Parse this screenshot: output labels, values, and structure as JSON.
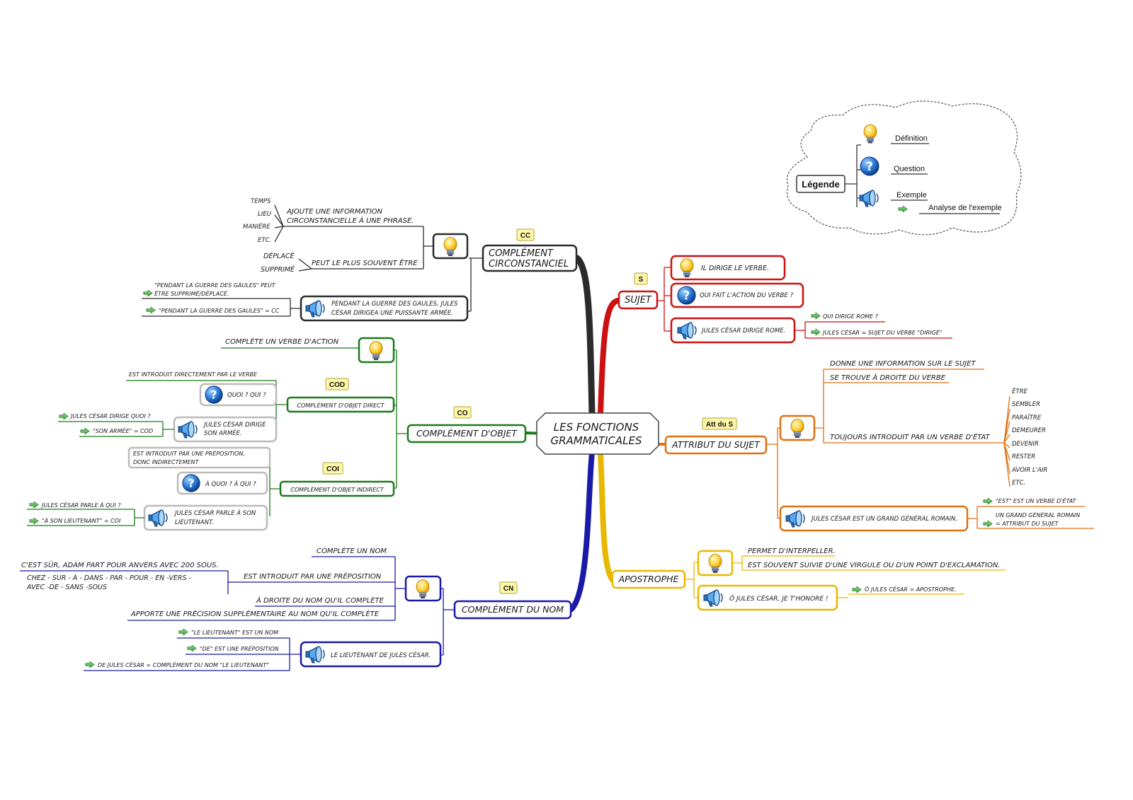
{
  "central": {
    "line1": "LES FONCTIONS",
    "line2": "GRAMMATICALES"
  },
  "legend": {
    "title": "Légende",
    "definition": "Définition",
    "question": "Question",
    "exemple": "Exemple",
    "analyse": "Analyse de l'exemple"
  },
  "cc": {
    "tag": "CC",
    "line1": "COMPLÉMENT",
    "line2": "CIRCONSTANCIEL",
    "def1": "AJOUTE UNE INFORMATION",
    "def2": "CIRCONSTANCIELLE À UNE PHRASE.",
    "types": [
      "TEMPS",
      "LIEU",
      "MANIÈRE",
      "ETC."
    ],
    "peut": "PEUT LE PLUS SOUVENT ÊTRE",
    "deplace": "DÉPLACÉ",
    "supprime": "SUPPRIMÉ",
    "ex1": "PENDANT LA GUERRE DES GAULES, JULES",
    "ex2": "CÉSAR DIRIGEA UNE PUISSANTE ARMÉE.",
    "an1a": "\"PENDANT LA GUERRE DES GAULES\" PEUT",
    "an1b": "ÊTRE SUPPRIMÉ/DÉPLACÉ.",
    "an2": "\"PENDANT LA GUERRE DES GAULES\" = CC"
  },
  "sujet": {
    "tag": "S",
    "title": "SUJET",
    "def": "IL DIRIGE LE VERBE.",
    "question": "QUI FAIT L'ACTION DU VERBE ?",
    "ex": "JULES CÉSAR DIRIGE ROME.",
    "an1": "QUI DIRIGE ROME ?",
    "an2": "JULES CÉSAR = SUJET DU VERBE \"DIRIGE\""
  },
  "co": {
    "tag": "CO",
    "title": "COMPLÉMENT D'OBJET",
    "def": "COMPLÈTE UN VERBE D'ACTION",
    "cod_tag": "COD",
    "cod": "COMPLÉMENT D'OBJET DIRECT",
    "cod_def": "EST INTRODUIT DIRECTEMENT  PAR LE VERBE",
    "cod_q": "QUOI ? QUI ?",
    "cod_ex1": "JULES CÉSAR DIRIGE",
    "cod_ex2": "SON ARMÉE.",
    "cod_an1": "JULES CÉSAR DIRIGE QUOI ?",
    "cod_an2": "\"SON ARMÉE\" = COD",
    "coi_tag": "COI",
    "coi": "COMPLÉMENT D'OBJET INDIRECT",
    "coi_def1": "EST INTRODUIT PAR UNE PRÉPOSITION,",
    "coi_def2": "DONC INDIRECTEMENT",
    "coi_q": "À QUOI ? À QUI ?",
    "coi_ex1": "JULES CÉSAR PARLE À SON",
    "coi_ex2": "LIEUTENANT.",
    "coi_an1": "JULES CÉSAR PARLE À QUI ?",
    "coi_an2": "\"À SON LIEUTENANT\" = COI"
  },
  "att": {
    "tag": "Att du S",
    "title": "ATTRIBUT DU SUJET",
    "def1": "DONNE UNE INFORMATION SUR LE SUJET",
    "def2": "SE TROUVE À DROITE DU VERBE",
    "def3": "TOUJOURS INTRODUIT PAR UN VERBE D'ÉTAT",
    "verbs": [
      "ÊTRE",
      "SEMBLER",
      "PARAÎTRE",
      "DEMEURER",
      "DEVENIR",
      "RESTER",
      "AVOIR L'AIR",
      "ETC."
    ],
    "ex": "JULES CÉSAR EST UN GRAND GÉNÉRAL ROMAIN.",
    "an1": "\"EST\" EST UN VERBE D'ÉTAT",
    "an2a": "UN GRAND GÉNÉRAL ROMAIN",
    "an2b": "= ATTRIBUT DU SUJET"
  },
  "apo": {
    "title": "APOSTROPHE",
    "def1": "PERMET D'INTERPELLER.",
    "def2": "EST SOUVENT SUIVIE D'UNE VIRGULE OU D'UN POINT D'EXCLAMATION.",
    "ex": "Ô JULES CÉSAR, JE T'HONORE !",
    "an": "Ô JULES CÉSAR = APOSTROPHE."
  },
  "cn": {
    "tag": "CN",
    "title": "COMPLÉMENT DU NOM",
    "def1": "COMPLÈTE UN NOM",
    "def2": "EST INTRODUIT PAR UNE PRÉPOSITION",
    "prep_ex": "C'EST SÛR, ADAM PART POUR ANVERS AVEC 200 SOUS.",
    "prep_list1": "CHEZ - SUR - À - DANS - PAR - POUR - EN -VERS -",
    "prep_list2": "AVEC -DE - SANS  -SOUS",
    "def3": "À DROITE DU NOM QU'IL COMPLÈTE",
    "def4": "APPORTE UNE PRÉCISION SUPPLÉMENTAIRE AU NOM QU'IL COMPLÈTE",
    "ex": "LE LIEUTENANT DE JULES CÉSAR.",
    "an1": "\"LE LIEUTENANT\" EST UN NOM",
    "an2": "\"DE\" EST UNE PRÉPOSITION",
    "an3": "DE JULES CÉSAR = COMPLÉMENT DU NOM \"LE LIEUTENANT\""
  },
  "colors": {
    "cc": "#2b2b2b",
    "sujet": "#cc1111",
    "co": "#1b7a1b",
    "att": "#e07010",
    "apo": "#e8b800",
    "cn": "#1a1aa8"
  },
  "icons": {
    "definition": "lightbulb-icon",
    "question": "question-icon",
    "exemple": "megaphone-icon",
    "analyse": "arrow-icon"
  }
}
